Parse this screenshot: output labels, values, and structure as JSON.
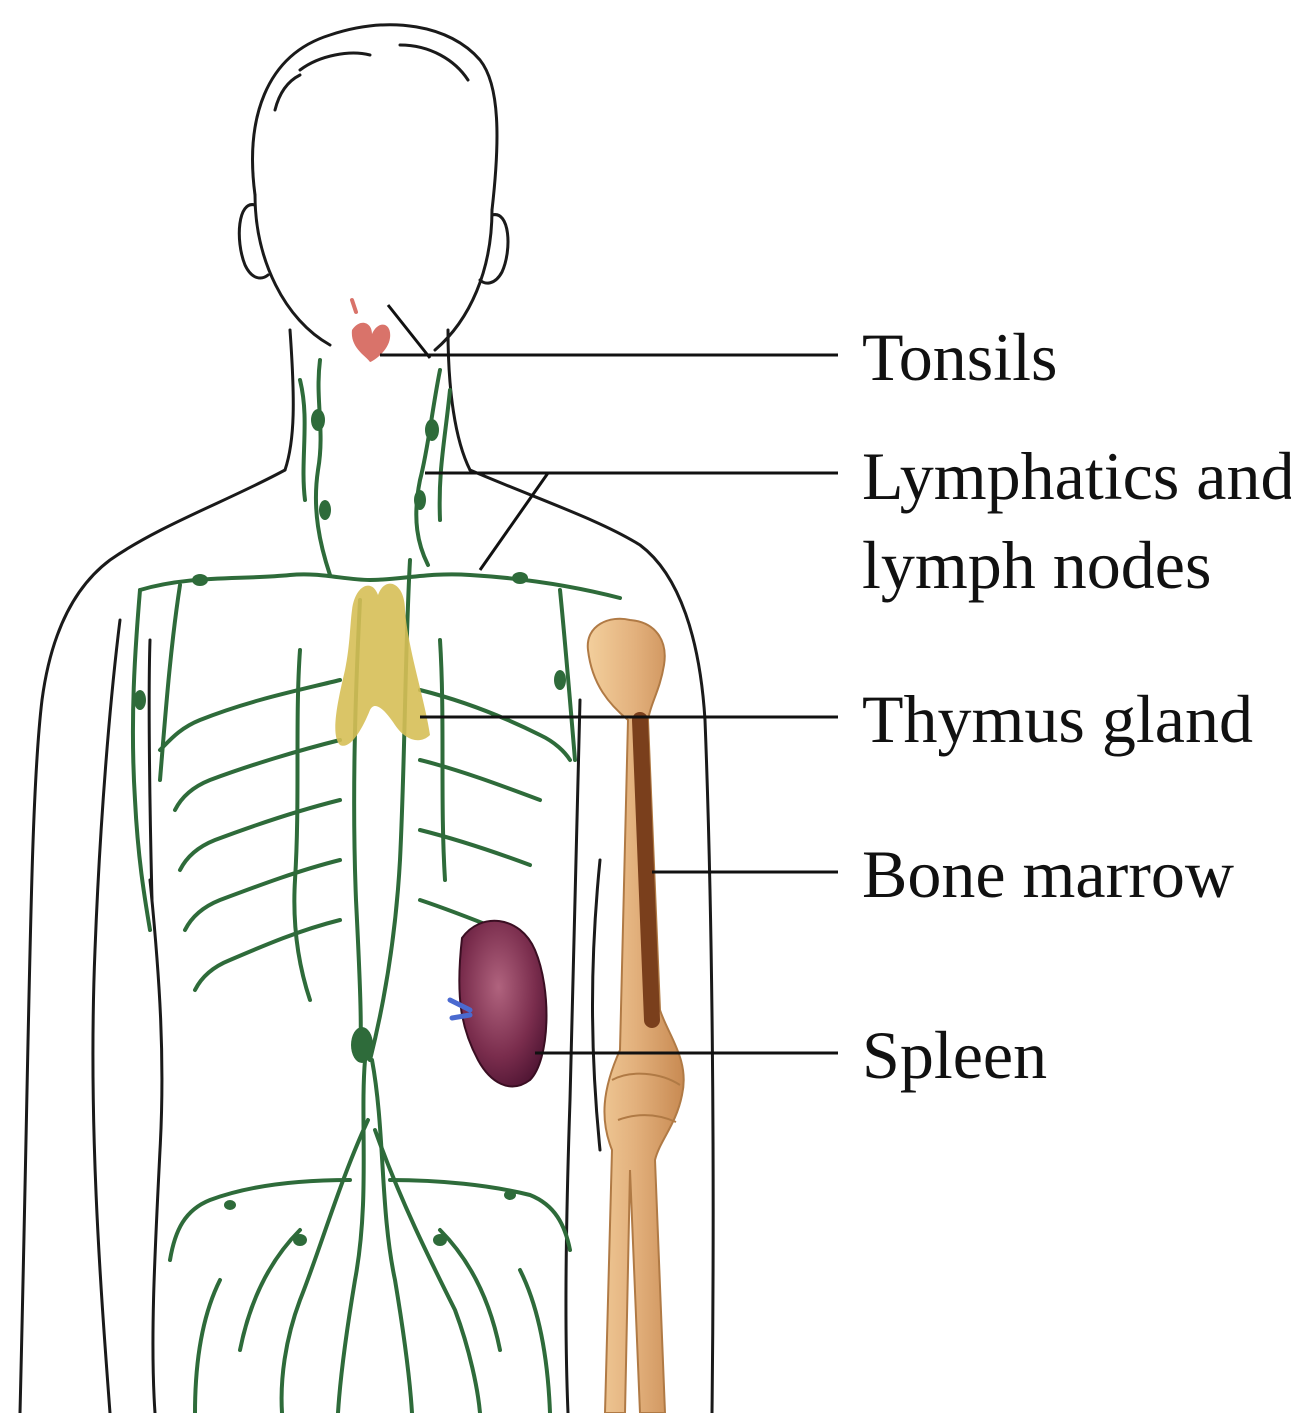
{
  "labels": {
    "tonsils": "Tonsils",
    "lymphatics_line1": "Lymphatics and",
    "lymphatics_line2": "lymph nodes",
    "thymus": "Thymus gland",
    "bone_marrow": "Bone marrow",
    "spleen": "Spleen"
  },
  "colors": {
    "outline": "#1a1a1a",
    "lymph": "#2e6b3a",
    "tonsils": "#d9736a",
    "thymus": "#d6bf56",
    "spleen": "#6e2442",
    "bone": "#e2b07c",
    "marrow": "#7a3f1c",
    "leader": "#111111"
  }
}
